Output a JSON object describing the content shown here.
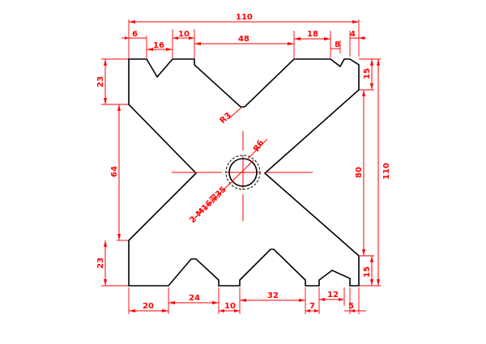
{
  "drawing": {
    "colors": {
      "outline": "#000000",
      "dimension": "#ff0000",
      "background": "#ffffff"
    },
    "top_dims": {
      "overall": "110",
      "d6": "6",
      "d16": "16",
      "d10": "10",
      "d48": "48",
      "d18": "18",
      "d8": "8",
      "d4": "4"
    },
    "left_dims": {
      "d23_top": "23",
      "d64": "64",
      "d23_bottom": "23"
    },
    "right_dims": {
      "d15_top": "15",
      "d80": "80",
      "d110": "110",
      "d15_bottom": "15"
    },
    "bottom_dims": {
      "d20": "20",
      "d24": "24",
      "d10": "10",
      "d32": "32",
      "d7": "7",
      "d12": "12",
      "d5": "5"
    },
    "radius_labels": {
      "r3": "R3",
      "r6": "R6"
    },
    "hole_callout": "2-M16深35"
  }
}
